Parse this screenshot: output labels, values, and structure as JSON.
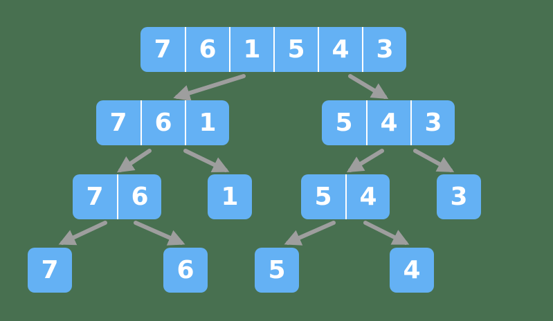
{
  "colors": {
    "background": "#487050",
    "box_blue": "#64B1F4",
    "digit_white": "#FFFFFF",
    "divider_white": "#FFFFFF",
    "arrow_gray": "#9E9E9E"
  },
  "diagram": {
    "type": "tree",
    "nodes": [
      {
        "id": "n0",
        "level": 0,
        "values": [
          "7",
          "6",
          "1",
          "5",
          "4",
          "3"
        ]
      },
      {
        "id": "n1",
        "level": 1,
        "values": [
          "7",
          "6",
          "1"
        ]
      },
      {
        "id": "n2",
        "level": 1,
        "values": [
          "5",
          "4",
          "3"
        ]
      },
      {
        "id": "n3",
        "level": 2,
        "values": [
          "7",
          "6"
        ]
      },
      {
        "id": "n4",
        "level": 2,
        "values": [
          "1"
        ]
      },
      {
        "id": "n5",
        "level": 2,
        "values": [
          "5",
          "4"
        ]
      },
      {
        "id": "n6",
        "level": 2,
        "values": [
          "3"
        ]
      },
      {
        "id": "n7",
        "level": 3,
        "values": [
          "7"
        ]
      },
      {
        "id": "n8",
        "level": 3,
        "values": [
          "6"
        ]
      },
      {
        "id": "n9",
        "level": 3,
        "values": [
          "5"
        ]
      },
      {
        "id": "n10",
        "level": 3,
        "values": [
          "4"
        ]
      }
    ],
    "edges": [
      {
        "from": "n0",
        "to": "n1"
      },
      {
        "from": "n0",
        "to": "n2"
      },
      {
        "from": "n1",
        "to": "n3"
      },
      {
        "from": "n1",
        "to": "n4"
      },
      {
        "from": "n2",
        "to": "n5"
      },
      {
        "from": "n2",
        "to": "n6"
      },
      {
        "from": "n3",
        "to": "n7"
      },
      {
        "from": "n3",
        "to": "n8"
      },
      {
        "from": "n5",
        "to": "n9"
      },
      {
        "from": "n5",
        "to": "n10"
      }
    ]
  }
}
